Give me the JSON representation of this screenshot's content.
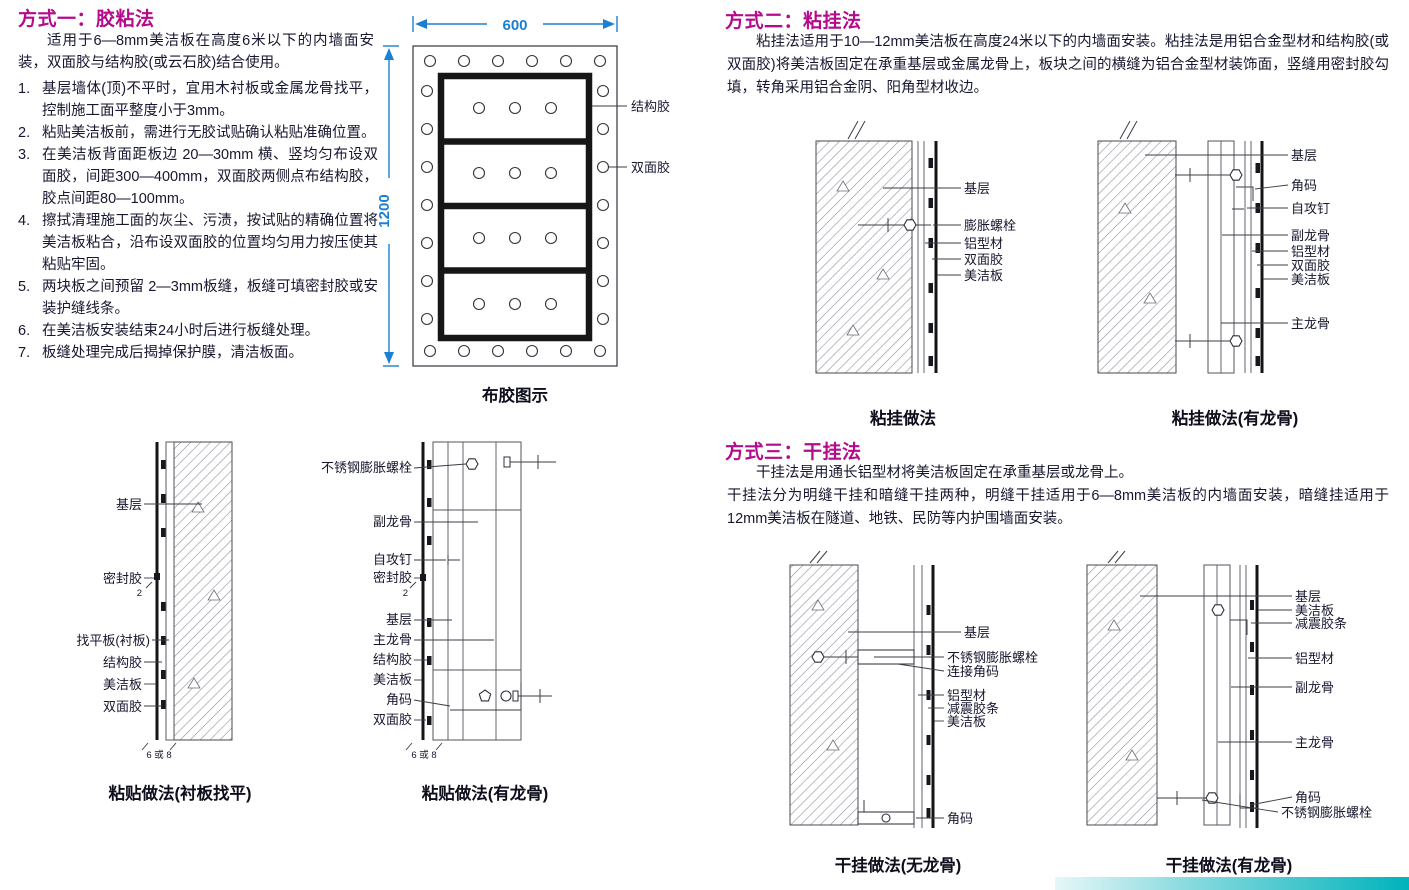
{
  "page": {
    "accent_magenta": "#b40a8c",
    "dimension_blue": "#1b7fd4",
    "text_color": "#17172f",
    "footer_teal": "#00b3bc"
  },
  "method1": {
    "title": "方式一：胶粘法",
    "intro": "适用于6—8mm美洁板在高度6米以下的内墙面安装，双面胶与结构胶(或云石胶)结合使用。",
    "steps": [
      {
        "num": "1.",
        "text": "基层墙体(顶)不平时，宜用木衬板或金属龙骨找平，控制施工面平整度小于3mm。"
      },
      {
        "num": "2.",
        "text": "粘贴美洁板前，需进行无胶试贴确认粘贴准确位置。"
      },
      {
        "num": "3.",
        "text": "在美洁板背面距板边 20—30mm 横、竖均匀布设双面胶，间距300—400mm，双面胶两侧点布结构胶，胶点间距80—100mm。"
      },
      {
        "num": "4.",
        "text": "擦拭清理施工面的灰尘、污渍，按试贴的精确位置将美洁板粘合，沿布设双面胶的位置均匀用力按压使其粘贴牢固。"
      },
      {
        "num": "5.",
        "text": "两块板之间预留 2—3mm板缝，板缝可填密封胶或安装护缝线条。"
      },
      {
        "num": "6.",
        "text": "在美洁板安装结束24小时后进行板缝处理。"
      },
      {
        "num": "7.",
        "text": "板缝处理完成后揭掉保护膜，清洁板面。"
      }
    ],
    "glue": {
      "dim_w": "600",
      "dim_h": "1200",
      "label_structural": "结构胶",
      "label_double": "双面胶",
      "caption": "布胶图示"
    },
    "diagA": {
      "labels": [
        "基层",
        "密封胶",
        "找平板(衬板)",
        "结构胶",
        "美洁板",
        "双面胶"
      ],
      "seam": "2",
      "note": "6 或 8",
      "caption": "粘贴做法(衬板找平)"
    },
    "diagB": {
      "labels": [
        "不锈钢膨胀螺栓",
        "副龙骨",
        "自攻钉",
        "密封胶",
        "基层",
        "主龙骨",
        "结构胶",
        "美洁板",
        "角码",
        "双面胶"
      ],
      "seam": "2",
      "note": "6 或 8",
      "caption": "粘贴做法(有龙骨)"
    }
  },
  "method2": {
    "title": "方式二：粘挂法",
    "intro": "粘挂法适用于10—12mm美洁板在高度24米以下的内墙面安装。粘挂法是用铝合金型材和结构胶(或双面胶)将美洁板固定在承重基层或金属龙骨上，板块之间的横缝为铝合金型材装饰面，竖缝用密封胶勾填，转角采用铝合金阴、阳角型材收边。",
    "diagC": {
      "labels": [
        "基层",
        "膨胀螺栓",
        "铝型材",
        "双面胶",
        "美洁板"
      ],
      "caption": "粘挂做法"
    },
    "diagD": {
      "labels": [
        "基层",
        "角码",
        "自攻钉",
        "副龙骨",
        "铝型材",
        "双面胶",
        "美洁板",
        "主龙骨"
      ],
      "caption": "粘挂做法(有龙骨)"
    }
  },
  "method3": {
    "title": "方式三：干挂法",
    "intro1": "干挂法是用通长铝型材将美洁板固定在承重基层或龙骨上。",
    "intro2": "干挂法分为明缝干挂和暗缝干挂两种，明缝干挂适用于6—8mm美洁板的内墙面安装，暗缝挂适用于12mm美洁板在隧道、地铁、民防等内护围墙面安装。",
    "diagE": {
      "labels": [
        "基层",
        "不锈钢膨胀螺栓",
        "连接角码",
        "铝型材",
        "减震胶条",
        "美洁板",
        "角码"
      ],
      "caption": "干挂做法(无龙骨)"
    },
    "diagF": {
      "labels": [
        "基层",
        "美洁板",
        "减震胶条",
        "铝型材",
        "副龙骨",
        "主龙骨",
        "角码",
        "不锈钢膨胀螺栓"
      ],
      "caption": "干挂做法(有龙骨)"
    }
  }
}
